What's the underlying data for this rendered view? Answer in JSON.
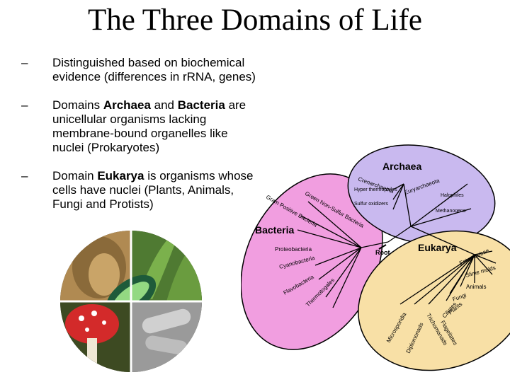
{
  "title": "The Three Domains of Life",
  "bullets": [
    {
      "dash": "–",
      "parts": [
        "Distinguished based on biochemical evidence (differences in rRNA, genes)"
      ]
    },
    {
      "dash": "–",
      "parts": [
        "Domains ",
        "Archaea",
        " and ",
        "Bacteria",
        " are unicellular organisms lacking membrane-bound organelles like nuclei  (Prokaryotes)"
      ]
    },
    {
      "dash": "–",
      "parts": [
        "Domain ",
        "Eukarya",
        " is organisms whose cells have nuclei (Plants, Animals, Fungi and Protists)"
      ]
    }
  ],
  "tree": {
    "root_label": "Root",
    "archaea": {
      "name": "Archaea",
      "color": "#c9b9ef",
      "branches": {
        "crenarchaeota": "Crenarchaeota",
        "euryarchaeota": "Euryarchaeota",
        "hyperthermophiles": "Hyper thermophiles",
        "sulfur_oxidizers": "Sulfur oxidizers",
        "halophiles": "Halophiles",
        "methanogens": "Methanogens"
      }
    },
    "bacteria": {
      "name": "Bacteria",
      "color": "#f19ee0",
      "branches": {
        "green_nonsulfur": "Green Non-Sulfur Bacteria",
        "gram_positive": "Gram Positive Bacteria",
        "proteobacteria": "Proteobacteria",
        "cyanobacteria": "Cyanobacteria",
        "flavobacteria": "Flavobacteria",
        "thermotogales": "Thermotogales"
      }
    },
    "eukarya": {
      "name": "Eukarya",
      "color": "#f8e0a6",
      "branches": {
        "entamoebae": "Entamoebae",
        "slime_molds": "Slime molds",
        "animals": "Animals",
        "fungi": "Fungi",
        "plants": "Plants",
        "ciliates": "Ciliates",
        "flagellates": "Flagellates",
        "trichomonads": "Trichomonads",
        "microsporidia": "Microsporidia",
        "diplomonads": "Diplomonads"
      }
    }
  },
  "colors": {
    "lion": "#a8804a",
    "plant": "#5f8f3a",
    "algae": "#8fd47a",
    "mushroom": "#d32a2a",
    "bacteria_photo": "#9a9a9a"
  }
}
